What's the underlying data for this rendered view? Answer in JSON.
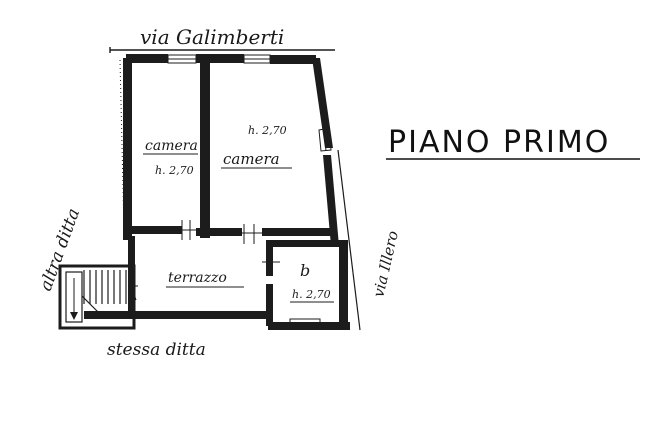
{
  "title": "PIANO PRIMO",
  "streets": {
    "top": "via Galimberti",
    "right": "via Illero",
    "left": "altra ditta",
    "bottom": "stessa ditta"
  },
  "rooms": [
    {
      "id": "camera-left",
      "name": "camera",
      "height": "h. 2,70"
    },
    {
      "id": "camera-right",
      "name": "camera",
      "height": "h. 2,70"
    },
    {
      "id": "terrazzo",
      "name": "terrazzo",
      "height": ""
    },
    {
      "id": "bagno",
      "name": "b",
      "height": "h. 2,70"
    }
  ],
  "colors": {
    "ink": "#1c1c1c",
    "paper": "#ffffff"
  }
}
